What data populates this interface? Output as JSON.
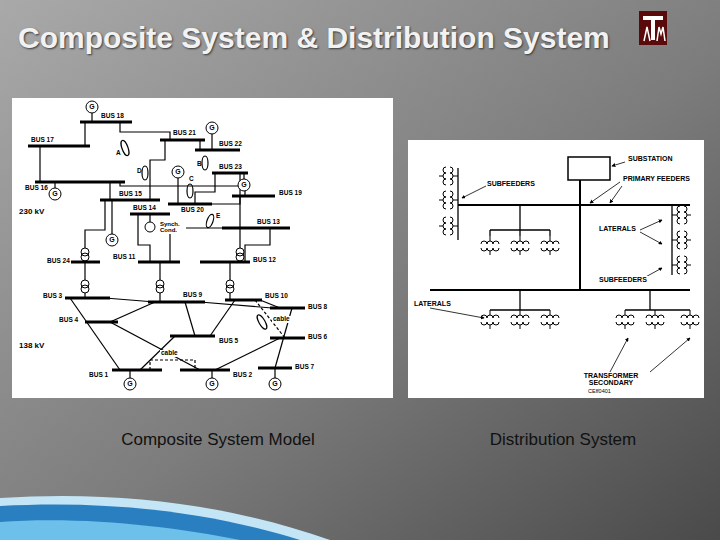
{
  "diagram": {
    "title": "Composite System & Distribution System",
    "labels": [
      "BUS 18",
      "BUS 17",
      "BUS 21",
      "BUS 22",
      "BUS 23",
      "BUS 16",
      "BUS 15",
      "BUS 20",
      "BUS 19",
      "BUS 14",
      "BUS 13",
      "230 kV",
      "Synch. Cond.",
      "BUS 24",
      "BUS 11",
      "BUS 12",
      "BUS 3",
      "BUS 9",
      "BUS 10",
      "BUS 8",
      "cable",
      "BUS 4",
      "BUS 5",
      "BUS 6",
      "138 kV",
      "cable",
      "BUS 1",
      "BUS 2",
      "BUS 7",
      "A",
      "B",
      "C",
      "D",
      "E",
      "G",
      "G",
      "G",
      "G",
      "G",
      "G",
      "G",
      "G",
      "G",
      "SUBSTATION",
      "PRIMARY FEEDERS",
      "SUBFEEDERS",
      "LATERALS",
      "SUBFEEDERS",
      "LATERALS",
      "TRANSFORMER SECONDARY",
      "CEff0401",
      "Composite System Model",
      "Distribution System"
    ]
  }
}
